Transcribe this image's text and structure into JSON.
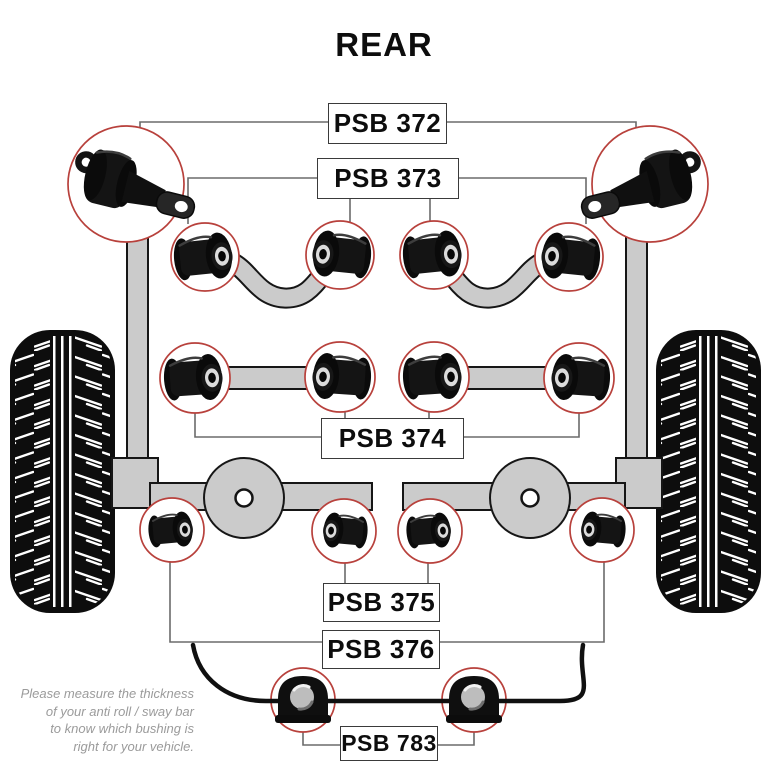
{
  "title": "REAR",
  "labels": {
    "psb372": "PSB 372",
    "psb373": "PSB 373",
    "psb374": "PSB 374",
    "psb375": "PSB 375",
    "psb376": "PSB 376",
    "psb783": "PSB 783"
  },
  "note": {
    "lines": [
      "Please measure the thickness",
      "of your anti roll / sway bar",
      "to know which bushing is",
      "right for your vehicle."
    ]
  },
  "icons": {
    "tire": "tire-tread-icon",
    "shock_mount_bushing": "shock-bushing-icon",
    "control_arm_bushing": "arm-bushing-icon",
    "sway_bar_bushing": "sway-bar-bushing-icon"
  },
  "colors": {
    "callout_ring": "#b8413c",
    "arm_fill": "#cbcbcb",
    "arm_outline": "#161616",
    "connector_line": "#6b6b6b",
    "box_border": "#3a3a3a",
    "note_text": "#9b9b9b",
    "bushing_black": "#111111",
    "ring_silver": "#dcdcdc"
  }
}
